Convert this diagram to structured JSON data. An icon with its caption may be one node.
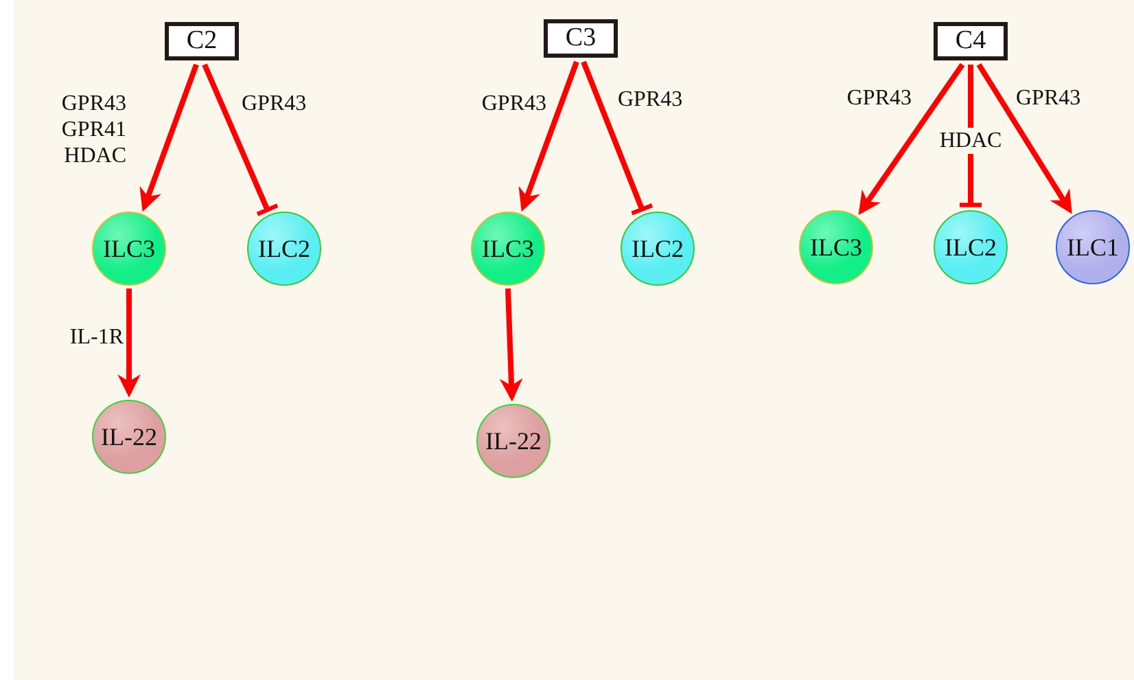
{
  "diagram": {
    "nodes": [
      {
        "text": [
          "C2"
        ]
      },
      {
        "text": [
          "ILC3"
        ]
      },
      {
        "text": [
          "ILC2"
        ]
      },
      {
        "text": [
          "IL-22"
        ]
      },
      {
        "text": [
          "C3"
        ]
      },
      {
        "text": [
          "ILC3"
        ]
      },
      {
        "text": [
          "ILC2"
        ]
      },
      {
        "text": [
          "IL-22"
        ]
      },
      {
        "text": [
          "C4"
        ]
      },
      {
        "text": [
          "ILC3"
        ]
      },
      {
        "text": [
          "ILC2"
        ]
      },
      {
        "text": [
          "ILC1"
        ]
      }
    ],
    "edges": [
      {
        "from": 0,
        "to": 1,
        "arrow": "to",
        "label": "GPR43 GPR41 HDAC"
      },
      {
        "from": 0,
        "to": 2,
        "arrow": "other",
        "label": "GPR43"
      },
      {
        "from": 1,
        "to": 3,
        "arrow": "to",
        "label": "IL-1R"
      },
      {
        "from": 4,
        "to": 5,
        "arrow": "to",
        "label": "GPR43"
      },
      {
        "from": 4,
        "to": 6,
        "arrow": "other",
        "label": "GPR43"
      },
      {
        "from": 5,
        "to": 7,
        "arrow": "to"
      },
      {
        "from": 8,
        "to": 9,
        "arrow": "to",
        "label": "GPR43"
      },
      {
        "from": 8,
        "to": 10,
        "arrow": "other",
        "label": "HDAC"
      },
      {
        "from": 8,
        "to": 11,
        "arrow": "to",
        "label": "GPR43"
      }
    ]
  }
}
